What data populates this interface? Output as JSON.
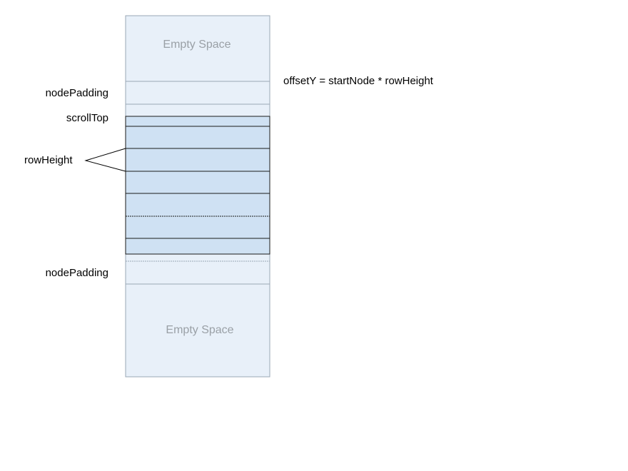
{
  "diagram": {
    "empty_space_top": "Empty Space",
    "empty_space_bottom": "Empty Space",
    "label_node_padding_top": "nodePadding",
    "label_scroll_top": "scrollTop",
    "label_row_height": "rowHeight",
    "label_node_padding_bottom": "nodePadding",
    "formula": "offsetY = startNode * rowHeight"
  },
  "colors": {
    "empty_fill": "#e8f0f9",
    "row_fill": "#cfe1f3",
    "outline": "#9aa7b5",
    "row_border": "#1a1a1a",
    "muted_text": "#9aa0a6"
  }
}
